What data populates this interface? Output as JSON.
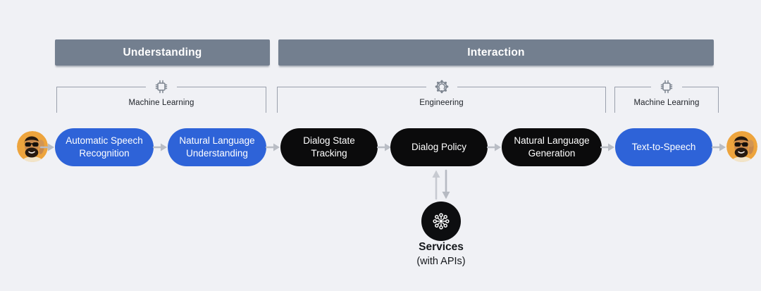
{
  "title": "Conversational AI pipeline diagram",
  "colors": {
    "background": "#f0f1f5",
    "header_bar": "#737f8f",
    "blue": "#2e63d8",
    "black": "#0b0b0c",
    "bracket_line": "#9aa0ac",
    "arrow_gray": "#b9bdc5",
    "icon_gray": "#7d8590",
    "text_dark": "#20242a"
  },
  "headers": [
    {
      "label": "Understanding"
    },
    {
      "label": "Interaction"
    }
  ],
  "sections": [
    {
      "label": "Machine Learning",
      "icon": "chip-icon"
    },
    {
      "label": "Engineering",
      "icon": "gear-icon"
    },
    {
      "label": "Machine Learning",
      "icon": "chip-icon"
    }
  ],
  "pipeline": [
    {
      "label": "Automatic Speech Recognition",
      "color": "blue"
    },
    {
      "label": "Natural Language Understanding",
      "color": "blue"
    },
    {
      "label": "Dialog State Tracking",
      "color": "black"
    },
    {
      "label": "Dialog Policy",
      "color": "black"
    },
    {
      "label": "Natural Language Generation",
      "color": "black"
    },
    {
      "label": "Text-to-Speech",
      "color": "blue"
    }
  ],
  "endpoints": [
    {
      "name": "user-avatar-left"
    },
    {
      "name": "user-avatar-right"
    }
  ],
  "services": {
    "title": "Services",
    "subtitle": "(with APIs)",
    "icon": "network-hub-icon"
  }
}
